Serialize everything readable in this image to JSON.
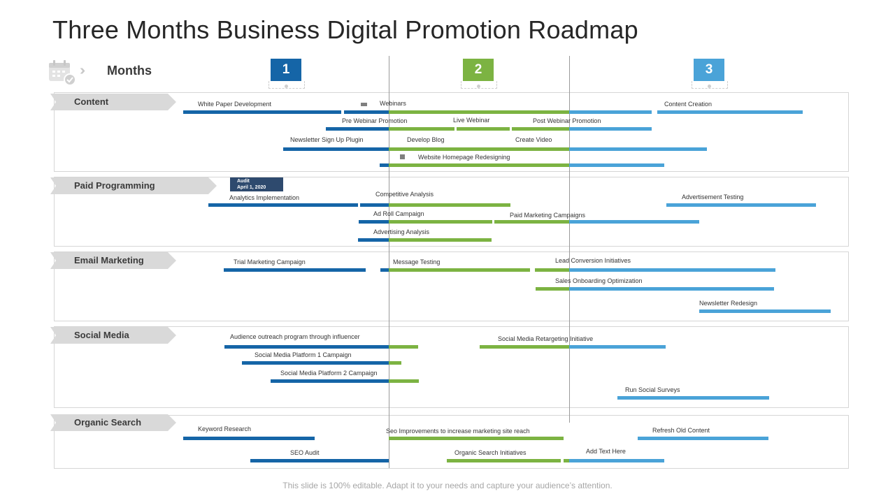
{
  "title": "Three Months Business Digital Promotion Roadmap",
  "months_label": "Months",
  "months": [
    "1",
    "2",
    "3"
  ],
  "colors": {
    "m1": "#1565a7",
    "m2": "#7cb342",
    "m3": "#4aa3d8",
    "audit": "#2e4a6e"
  },
  "categories": [
    "Content",
    "Paid Programming",
    "Email Marketing",
    "Social Media",
    "Organic Search"
  ],
  "audit": {
    "line1": "Audit",
    "line2": "April 1, 2020"
  },
  "tasks": [
    "White Paper Development",
    "Webinars",
    "Content Creation",
    "Pre Webinar Promotion",
    "Live Webinar",
    "Post Webinar Promotion",
    "Newsletter Sign Up Plugin",
    "Develop Blog",
    "Create Video",
    "Website Homepage Redesigning",
    "Analytics Implementation",
    "Competitive Analysis",
    "Advertisement Testing",
    "Ad Roll Campaign",
    "Paid Marketing Campaigns",
    "Advertising Analysis",
    "Trial Marketing Campaign",
    "Message Testing",
    "Lead Conversion Initiatives",
    "Sales Onboarding Optimization",
    "Newsletter Redesign",
    "Audience outreach program through influencer",
    "Social Media Retargeting Initiative",
    "Social Media Platform 1 Campaign",
    "Social Media Platform 2 Campaign",
    "Run Social Surveys",
    "Keyword Research",
    "Seo Improvements to increase marketing site reach",
    "Refresh Old Content",
    "SEO Audit",
    "Organic Search Initiatives",
    "Add Text Here"
  ],
  "footer": "This slide is 100% editable. Adapt it to your needs and capture your audience’s attention."
}
